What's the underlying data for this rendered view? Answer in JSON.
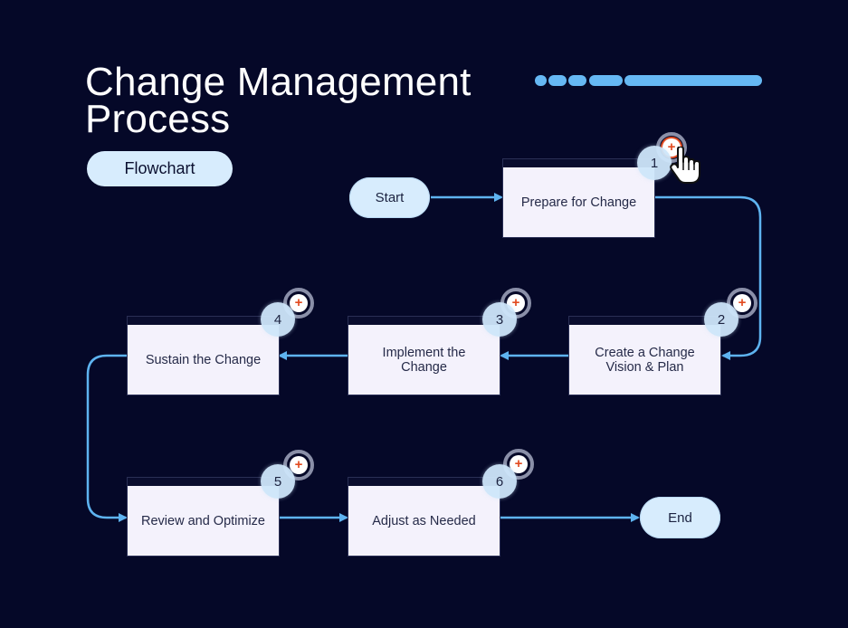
{
  "title": {
    "line1": "Change Management",
    "line2": "Process"
  },
  "tag": "Flowchart",
  "progress_indicator": {
    "segments": 5,
    "colors": {
      "fill": "#66b8f4"
    }
  },
  "colors": {
    "background": "#050828",
    "connector": "#5eb3f0",
    "terminal": "#d7ecfd",
    "step_box": "#f4f2fc",
    "plus_accent": "#e24a1f"
  },
  "flow": {
    "start": "Start",
    "end": "End",
    "steps": [
      {
        "number": "1",
        "label": "Prepare for Change"
      },
      {
        "number": "2",
        "label": "Create a Change Vision & Plan"
      },
      {
        "number": "3",
        "label": "Implement the Change"
      },
      {
        "number": "4",
        "label": "Sustain the Change"
      },
      {
        "number": "5",
        "label": "Review and Optimize"
      },
      {
        "number": "6",
        "label": "Adjust as Needed"
      }
    ],
    "add_button_symbol": "+",
    "cursor_on_step": "1"
  }
}
